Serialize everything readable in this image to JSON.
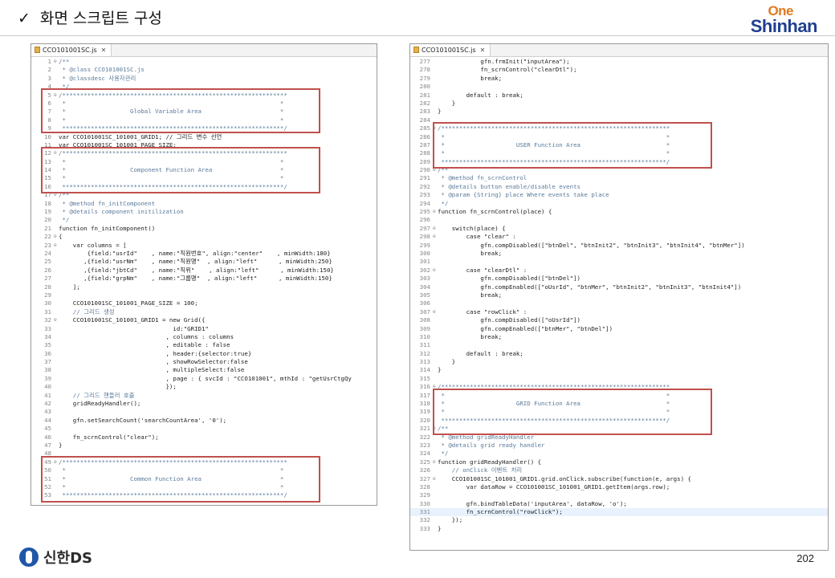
{
  "slide": {
    "check": "✓",
    "title": "화면 스크립트 구성",
    "page_number": "202"
  },
  "brand": {
    "logo_line1": "One",
    "logo_line2": "Shinhan",
    "footer_brand": "신한DS",
    "accent": "#1f56a8",
    "orange": "#e07a1f",
    "box_color": "#c0504d"
  },
  "left_editor": {
    "tab_label": "CCO101001SC.js",
    "lines": [
      {
        "n": "1",
        "f": "⊖",
        "t": "/**",
        "c": 1
      },
      {
        "n": "2",
        "f": "",
        "t": " * @class CCO101001SC.js",
        "c": 1
      },
      {
        "n": "3",
        "f": "",
        "t": " * @classdesc 사용자관리",
        "c": 1
      },
      {
        "n": "4",
        "f": "",
        "t": " */",
        "c": 1
      },
      {
        "n": "5",
        "f": "⊖",
        "t": "/***************************************************************",
        "c": 1
      },
      {
        "n": "6",
        "f": "",
        "t": " *                                                            *",
        "c": 1
      },
      {
        "n": "7",
        "f": "",
        "t": " *                  Global Variable Area                      *",
        "c": 1
      },
      {
        "n": "8",
        "f": "",
        "t": " *                                                            *",
        "c": 1
      },
      {
        "n": "9",
        "f": "",
        "t": " **************************************************************/",
        "c": 1
      },
      {
        "n": "10",
        "f": "",
        "t": "var CCO101001SC_101001_GRID1; // 그리드 변수 선언",
        "c": 0
      },
      {
        "n": "11",
        "f": "",
        "t": "var CCO101001SC_101001_PAGE_SIZE;",
        "c": 0
      },
      {
        "n": "12",
        "f": "⊖",
        "t": "/***************************************************************",
        "c": 1
      },
      {
        "n": "13",
        "f": "",
        "t": " *                                                            *",
        "c": 1
      },
      {
        "n": "14",
        "f": "",
        "t": " *                  Component Function Area                   *",
        "c": 1
      },
      {
        "n": "15",
        "f": "",
        "t": " *                                                            *",
        "c": 1
      },
      {
        "n": "16",
        "f": "",
        "t": " **************************************************************/",
        "c": 1
      },
      {
        "n": "17",
        "f": "⊖",
        "t": "/**",
        "c": 1
      },
      {
        "n": "18",
        "f": "",
        "t": " * @method fn_initComponent",
        "c": 1
      },
      {
        "n": "19",
        "f": "",
        "t": " * @details component initilization",
        "c": 1
      },
      {
        "n": "20",
        "f": "",
        "t": " */",
        "c": 1
      },
      {
        "n": "21",
        "f": "",
        "t": "function fn_initComponent()",
        "c": 0
      },
      {
        "n": "22",
        "f": "⊖",
        "t": "{",
        "c": 0
      },
      {
        "n": "23",
        "f": "⊖",
        "t": "    var columns = [",
        "c": 0
      },
      {
        "n": "24",
        "f": "",
        "t": "        {field:\"usrId\"    , name:\"직원번호\", align:\"center\"    , minWidth:180}",
        "c": 0
      },
      {
        "n": "25",
        "f": "",
        "t": "       ,{field:\"usrNm\"    , name:\"직원명\"  , align:\"left\"      , minWidth:250}",
        "c": 0
      },
      {
        "n": "26",
        "f": "",
        "t": "       ,{field:\"jbtCd\"    , name:\"직위\"    , align:\"left\"      , minWidth:150}",
        "c": 0
      },
      {
        "n": "27",
        "f": "",
        "t": "       ,{field:\"grpNm\"    , name:\"그룹명\"  , align:\"left\"      , minWidth:150}",
        "c": 0
      },
      {
        "n": "28",
        "f": "",
        "t": "    ];",
        "c": 0
      },
      {
        "n": "29",
        "f": "",
        "t": "",
        "c": 0
      },
      {
        "n": "30",
        "f": "",
        "t": "    CCO101001SC_101001_PAGE_SIZE = 100;",
        "c": 0
      },
      {
        "n": "31",
        "f": "",
        "t": "    // 그리드 생성",
        "c": 1
      },
      {
        "n": "32",
        "f": "⊖",
        "t": "    CCO101001SC_101001_GRID1 = new Grid({",
        "c": 0
      },
      {
        "n": "33",
        "f": "",
        "t": "                                id:\"GRID1\"",
        "c": 0
      },
      {
        "n": "34",
        "f": "",
        "t": "                              , columns : columns",
        "c": 0
      },
      {
        "n": "35",
        "f": "",
        "t": "                              , editable : false",
        "c": 0
      },
      {
        "n": "36",
        "f": "",
        "t": "                              , header:{selector:true}",
        "c": 0
      },
      {
        "n": "37",
        "f": "",
        "t": "                              , showRowSelector:false",
        "c": 0
      },
      {
        "n": "38",
        "f": "",
        "t": "                              , multipleSelect:false",
        "c": 0
      },
      {
        "n": "39",
        "f": "",
        "t": "                              , page : { svcId : \"CCO101001\", mthId : \"getUsrCtgQy",
        "c": 0
      },
      {
        "n": "40",
        "f": "",
        "t": "                              });",
        "c": 0
      },
      {
        "n": "41",
        "f": "",
        "t": "    // 그리드 핸들러 호출",
        "c": 1
      },
      {
        "n": "42",
        "f": "",
        "t": "    gridReadyHandler();",
        "c": 0
      },
      {
        "n": "43",
        "f": "",
        "t": "",
        "c": 0
      },
      {
        "n": "44",
        "f": "",
        "t": "    gfn.setSearchCount('searchCountArea', '0');",
        "c": 0
      },
      {
        "n": "45",
        "f": "",
        "t": "",
        "c": 0
      },
      {
        "n": "46",
        "f": "",
        "t": "    fn_scrnControl(\"clear\");",
        "c": 0
      },
      {
        "n": "47",
        "f": "",
        "t": "}",
        "c": 0
      },
      {
        "n": "48",
        "f": "",
        "t": "",
        "c": 0
      },
      {
        "n": "49",
        "f": "⊖",
        "t": "/***************************************************************",
        "c": 1
      },
      {
        "n": "50",
        "f": "",
        "t": " *                                                            *",
        "c": 1
      },
      {
        "n": "51",
        "f": "",
        "t": " *                  Common Function Area                      *",
        "c": 1
      },
      {
        "n": "52",
        "f": "",
        "t": " *                                                            *",
        "c": 1
      },
      {
        "n": "53",
        "f": "",
        "t": " **************************************************************/",
        "c": 1
      }
    ]
  },
  "right_editor": {
    "tab_label": "CCO101001SC.js",
    "lines": [
      {
        "n": "277",
        "f": "",
        "t": "            gfn.frmInit(\"inputArea\");",
        "c": 0
      },
      {
        "n": "278",
        "f": "",
        "t": "            fn_scrnControl(\"clearDtl\");",
        "c": 0
      },
      {
        "n": "279",
        "f": "",
        "t": "            break;",
        "c": 0
      },
      {
        "n": "280",
        "f": "",
        "t": "",
        "c": 0
      },
      {
        "n": "281",
        "f": "",
        "t": "        default : break;",
        "c": 0
      },
      {
        "n": "282",
        "f": "",
        "t": "    }",
        "c": 0
      },
      {
        "n": "283",
        "f": "",
        "t": "}",
        "c": 0
      },
      {
        "n": "284",
        "f": "",
        "t": "",
        "c": 0
      },
      {
        "n": "285",
        "f": "⊖",
        "t": "/****************************************************************",
        "c": 1
      },
      {
        "n": "286",
        "f": "",
        "t": " *                                                              *",
        "c": 1
      },
      {
        "n": "287",
        "f": "",
        "t": " *                    USER Function Area                        *",
        "c": 1
      },
      {
        "n": "288",
        "f": "",
        "t": " *                                                              *",
        "c": 1
      },
      {
        "n": "289",
        "f": "",
        "t": " ***************************************************************/",
        "c": 1
      },
      {
        "n": "290",
        "f": "⊖",
        "t": "/**",
        "c": 1
      },
      {
        "n": "291",
        "f": "",
        "t": " * @method fn_scrnControl",
        "c": 1
      },
      {
        "n": "292",
        "f": "",
        "t": " * @details button enable/disable events",
        "c": 1
      },
      {
        "n": "293",
        "f": "",
        "t": " * @param {String} place Where events take place",
        "c": 1
      },
      {
        "n": "294",
        "f": "",
        "t": " */",
        "c": 1
      },
      {
        "n": "295",
        "f": "⊖",
        "t": "function fn_scrnControl(place) {",
        "c": 0
      },
      {
        "n": "296",
        "f": "",
        "t": "",
        "c": 0
      },
      {
        "n": "297",
        "f": "⊖",
        "t": "    switch(place) {",
        "c": 0
      },
      {
        "n": "298",
        "f": "⊖",
        "t": "        case \"clear\" :",
        "c": 0
      },
      {
        "n": "299",
        "f": "",
        "t": "            gfn.compDisabled([\"btnDel\", \"btnInit2\", \"btnInit3\", \"btnInit4\", \"btnMer\"])",
        "c": 0
      },
      {
        "n": "300",
        "f": "",
        "t": "            break;",
        "c": 0
      },
      {
        "n": "301",
        "f": "",
        "t": "",
        "c": 0
      },
      {
        "n": "302",
        "f": "⊖",
        "t": "        case \"clearDtl\" :",
        "c": 0
      },
      {
        "n": "303",
        "f": "",
        "t": "            gfn.compDisabled([\"btnDel\"])",
        "c": 0
      },
      {
        "n": "304",
        "f": "",
        "t": "            gfn.compEnabled([\"oUsrId\", \"btnMer\", \"btnInit2\", \"btnInit3\", \"btnInit4\"])",
        "c": 0
      },
      {
        "n": "305",
        "f": "",
        "t": "            break;",
        "c": 0
      },
      {
        "n": "306",
        "f": "",
        "t": "",
        "c": 0
      },
      {
        "n": "307",
        "f": "⊖",
        "t": "        case \"rowClick\" :",
        "c": 0
      },
      {
        "n": "308",
        "f": "",
        "t": "            gfn.compDisabled([\"oUsrId\"])",
        "c": 0
      },
      {
        "n": "309",
        "f": "",
        "t": "            gfn.compEnabled([\"btnMer\", \"btnDel\"])",
        "c": 0
      },
      {
        "n": "310",
        "f": "",
        "t": "            break;",
        "c": 0
      },
      {
        "n": "311",
        "f": "",
        "t": "",
        "c": 0
      },
      {
        "n": "312",
        "f": "",
        "t": "        default : break;",
        "c": 0
      },
      {
        "n": "313",
        "f": "",
        "t": "    }",
        "c": 0
      },
      {
        "n": "314",
        "f": "",
        "t": "}",
        "c": 0
      },
      {
        "n": "315",
        "f": "",
        "t": "",
        "c": 0
      },
      {
        "n": "316",
        "f": "⊖",
        "t": "/****************************************************************",
        "c": 1
      },
      {
        "n": "317",
        "f": "",
        "t": " *                                                              *",
        "c": 1
      },
      {
        "n": "318",
        "f": "",
        "t": " *                    GRID Function Area                        *",
        "c": 1
      },
      {
        "n": "319",
        "f": "",
        "t": " *                                                              *",
        "c": 1
      },
      {
        "n": "320",
        "f": "",
        "t": " ***************************************************************/",
        "c": 1
      },
      {
        "n": "321",
        "f": "⊖",
        "t": "/**",
        "c": 1
      },
      {
        "n": "322",
        "f": "",
        "t": " * @method gridReadyHandler",
        "c": 1
      },
      {
        "n": "323",
        "f": "",
        "t": " * @details grid ready handler",
        "c": 1
      },
      {
        "n": "324",
        "f": "",
        "t": " */",
        "c": 1
      },
      {
        "n": "325",
        "f": "⊖",
        "t": "function gridReadyHandler() {",
        "c": 0
      },
      {
        "n": "326",
        "f": "",
        "t": "    // onClick 이벤트 처리",
        "c": 1
      },
      {
        "n": "327",
        "f": "⊖",
        "t": "    CCO101001SC_101001_GRID1.grid.onClick.subscribe(function(e, args) {",
        "c": 0
      },
      {
        "n": "328",
        "f": "",
        "t": "        var dataRow = CCO101001SC_101001_GRID1.getItem(args.row);",
        "c": 0
      },
      {
        "n": "329",
        "f": "",
        "t": "",
        "c": 0
      },
      {
        "n": "330",
        "f": "",
        "t": "        gfn.bindTableData('inputArea', dataRow, 'o');",
        "c": 0
      },
      {
        "n": "331",
        "f": "",
        "t": "        fn_scrnControl(\"rowClick\");",
        "c": 0,
        "hl": 1
      },
      {
        "n": "332",
        "f": "",
        "t": "    });",
        "c": 0
      },
      {
        "n": "333",
        "f": "",
        "t": "}",
        "c": 0
      }
    ]
  }
}
